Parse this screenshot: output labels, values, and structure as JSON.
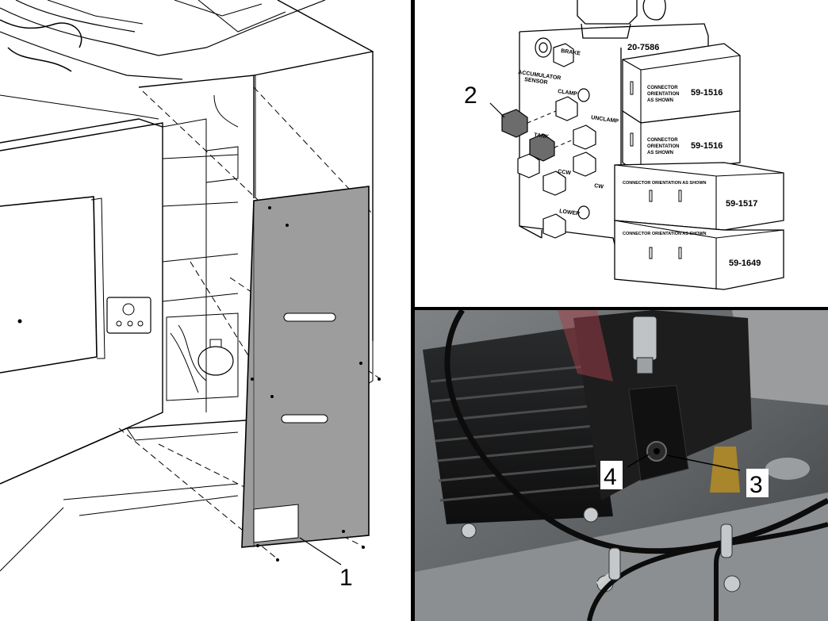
{
  "callouts": {
    "left_panel_number": "1",
    "valve_panel_number": "2",
    "photo_label_left": "4",
    "photo_label_right": "3"
  },
  "valve": {
    "part_number": "20-7586",
    "port_labels": {
      "brake": "BRAKE",
      "accumulator": "ACCUMULATOR",
      "sensor": "SENSOR",
      "clamp": "CLAMP",
      "unclamp": "UNCLAMP",
      "tank": "TANK",
      "ccw": "CCW",
      "cw": "CW",
      "lower": "LOWER"
    },
    "connector_text_lines": [
      "CONNECTOR",
      "ORIENTATION",
      "AS SHOWN"
    ],
    "connector_text_inline": "CONNECTOR ORIENTATION AS SHOWN",
    "solenoids": [
      "59-1516",
      "59-1516",
      "59-1517",
      "59-1649"
    ]
  },
  "colors": {
    "access_panel_fill": "#9d9d9d",
    "photo_background": "#5a5c5e",
    "fitting_gray": "#6c6c6c",
    "line_black": "#000000"
  }
}
